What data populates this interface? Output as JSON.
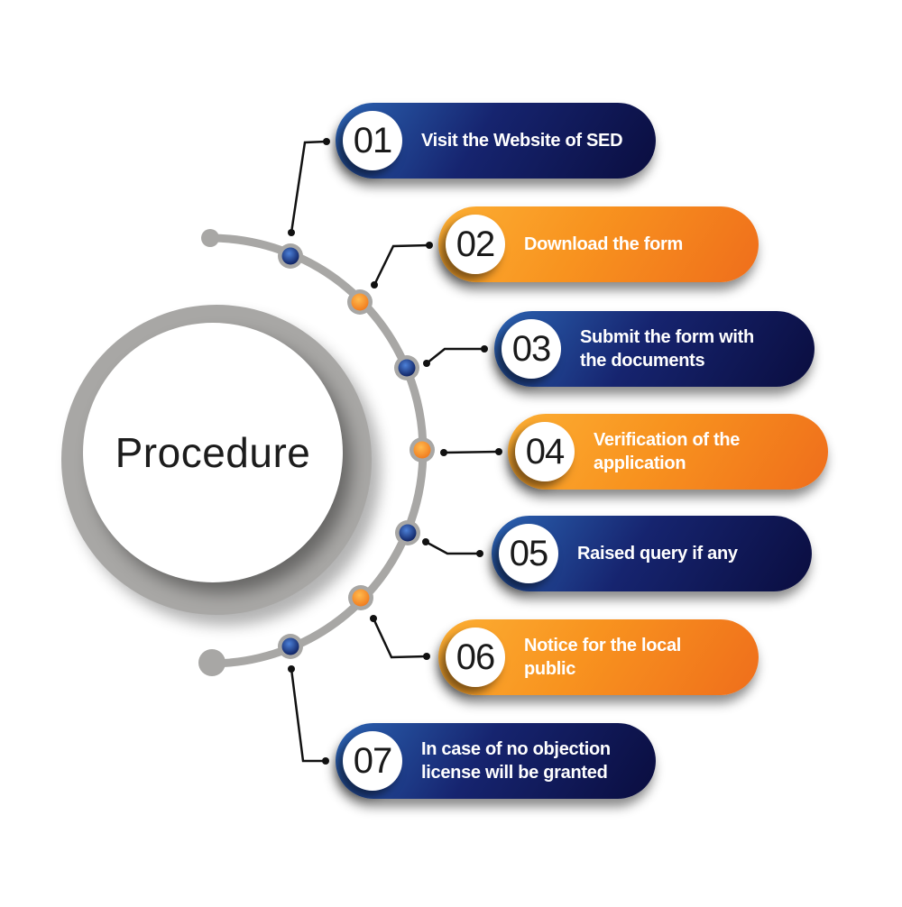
{
  "title": "Procedure",
  "steps": [
    {
      "number": "01",
      "label": "Visit the Website of SED",
      "color": "blue"
    },
    {
      "number": "02",
      "label": "Download the form",
      "color": "orange"
    },
    {
      "number": "03",
      "label": "Submit the form with\nthe documents",
      "color": "blue"
    },
    {
      "number": "04",
      "label": "Verification of the\napplication",
      "color": "orange"
    },
    {
      "number": "05",
      "label": "Raised query if any",
      "color": "blue"
    },
    {
      "number": "06",
      "label": "Notice for the local\npublic",
      "color": "orange"
    },
    {
      "number": "07",
      "label": "In case of no objection\nlicense will be granted",
      "color": "blue"
    }
  ],
  "colors": {
    "blue_pill_start": "#2b63b2",
    "blue_pill_end": "#0a0d3f",
    "orange_pill_start": "#fcae33",
    "orange_pill_end": "#ef6e1b",
    "arc_gray": "#a8a7a5",
    "connector_black": "#111111",
    "number_text": "#1a1a1a",
    "label_text": "#ffffff"
  }
}
